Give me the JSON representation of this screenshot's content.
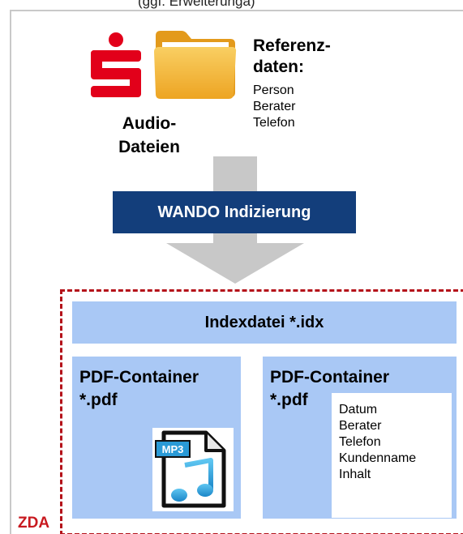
{
  "header": {
    "partial_text": "(ggf. Erweiterungä)"
  },
  "source": {
    "audio_label": "Audio-\nDateien",
    "logo_icon": "sparkasse-logo-icon",
    "folder_icon": "folder-icon",
    "brand_red": "#e2001a",
    "folder_color": "#f5b52e"
  },
  "reference": {
    "title": "Referenz-\ndaten:",
    "items": [
      "Person",
      "Berater",
      "Telefon"
    ]
  },
  "process": {
    "label": "WANDO Indizierung",
    "box_color": "#133e7b",
    "arrow_color": "#c8c8c8"
  },
  "archive": {
    "label": "ZDA",
    "border_color": "#b4121a",
    "index_label": "Indexdatei *.idx",
    "container_color": "#a9c8f5",
    "containers": [
      {
        "title": "PDF-Container\n*.pdf",
        "content_icon": "mp3-file-icon",
        "badge": "MP3"
      },
      {
        "title": "PDF-Container\n*.pdf",
        "fields": [
          "Datum",
          "Berater",
          "Telefon",
          "Kundenname",
          "Inhalt"
        ]
      }
    ]
  }
}
